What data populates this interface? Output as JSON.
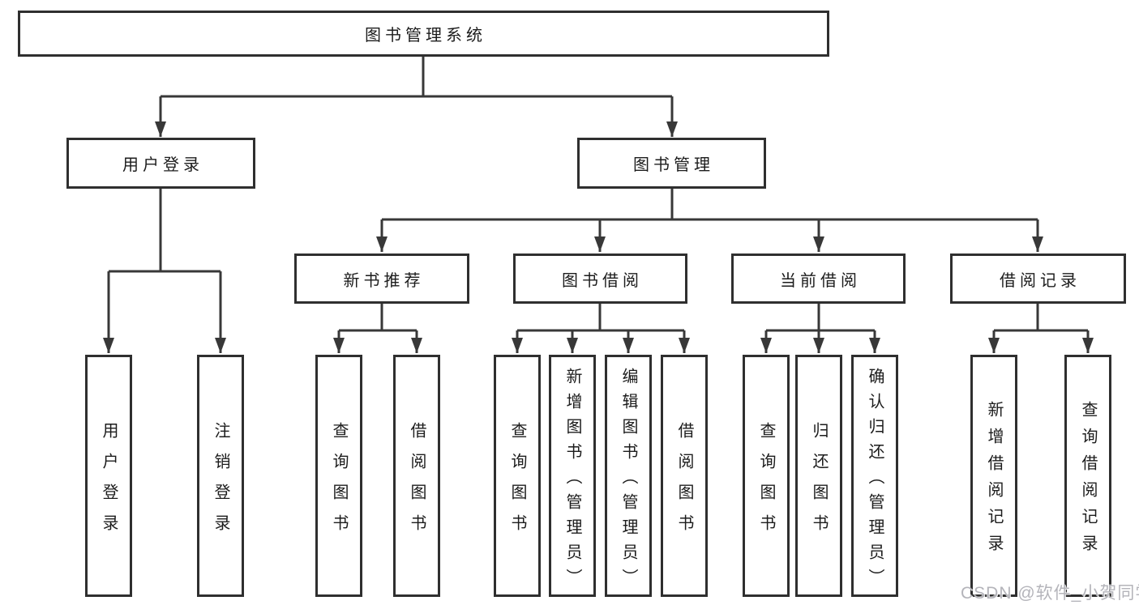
{
  "diagram": {
    "root": {
      "label": "图书管理系统"
    },
    "branches": [
      {
        "label": "用户登录",
        "leaves": [
          "用户登录",
          "注销登录"
        ]
      },
      {
        "label": "图书管理",
        "groups": [
          {
            "label": "新书推荐",
            "leaves": [
              "查询图书",
              "借阅图书"
            ]
          },
          {
            "label": "图书借阅",
            "leaves": [
              "查询图书",
              "新增图书（管理员）",
              "编辑图书（管理员）",
              "借阅图书"
            ]
          },
          {
            "label": "当前借阅",
            "leaves": [
              "查询图书",
              "归还图书",
              "确认归还（管理员）"
            ]
          },
          {
            "label": "借阅记录",
            "leaves": [
              "新增借阅记录",
              "查询借阅记录"
            ]
          }
        ]
      }
    ],
    "colors": {
      "line": "#383838",
      "box_border": "#2f2f2f",
      "text": "#1c1c1c",
      "background": "#ffffff",
      "watermark": "#b4b4ba"
    }
  },
  "page": {
    "watermark": "CSDN @软件_小贺同学"
  }
}
